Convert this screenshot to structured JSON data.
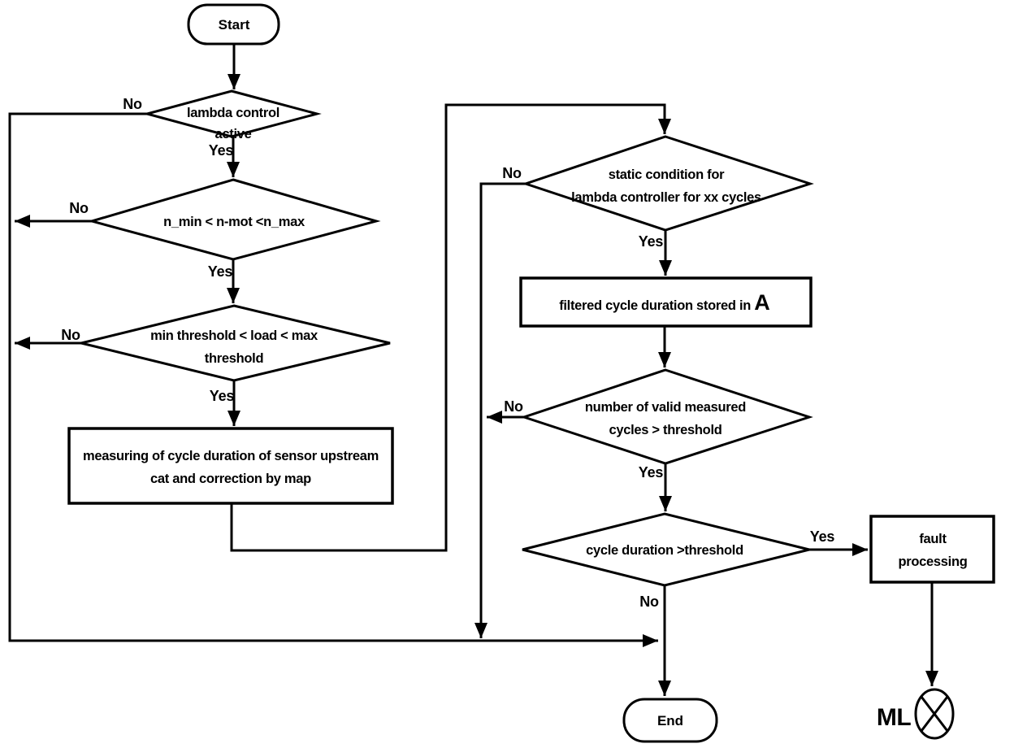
{
  "diagram": {
    "type": "flowchart",
    "colors": {
      "line": "#000000",
      "background": "#ffffff",
      "text": "#000000"
    },
    "nodes": {
      "start": {
        "shape": "terminator",
        "label": "Start"
      },
      "lambda_control": {
        "shape": "decision",
        "line1": "lambda control",
        "line2": "active"
      },
      "engine_speed": {
        "shape": "decision",
        "line1": "n_min < n-mot <n_max"
      },
      "load_window": {
        "shape": "decision",
        "line1": "min threshold < load < max",
        "line2": "threshold"
      },
      "measure_cycle": {
        "shape": "process",
        "line1": "measuring of cycle duration of sensor upstream",
        "line2": "cat and correction by map"
      },
      "static_condition": {
        "shape": "decision",
        "line1": "static condition for",
        "line2": "lambda controller for xx cycles"
      },
      "store_filtered": {
        "shape": "process",
        "line1": "filtered cycle duration stored in ",
        "emphasis": "A"
      },
      "valid_cycles": {
        "shape": "decision",
        "line1": "number of valid measured",
        "line2": "cycles > threshold"
      },
      "cycle_duration": {
        "shape": "decision",
        "line1": "cycle duration >threshold"
      },
      "fault_processing": {
        "shape": "process",
        "line1": "fault",
        "line2": "processing"
      },
      "end": {
        "shape": "terminator",
        "label": "End"
      },
      "ml_indicator": {
        "shape": "lamp",
        "label": "ML"
      }
    },
    "edge_labels": {
      "lambda_control_no": "No",
      "lambda_control_yes": "Yes",
      "engine_speed_no": "No",
      "engine_speed_yes": "Yes",
      "load_window_no": "No",
      "load_window_yes": "Yes",
      "static_condition_no": "No",
      "static_condition_yes": "Yes",
      "valid_cycles_no": "No",
      "valid_cycles_yes": "Yes",
      "cycle_duration_yes": "Yes",
      "cycle_duration_no": "No"
    }
  }
}
